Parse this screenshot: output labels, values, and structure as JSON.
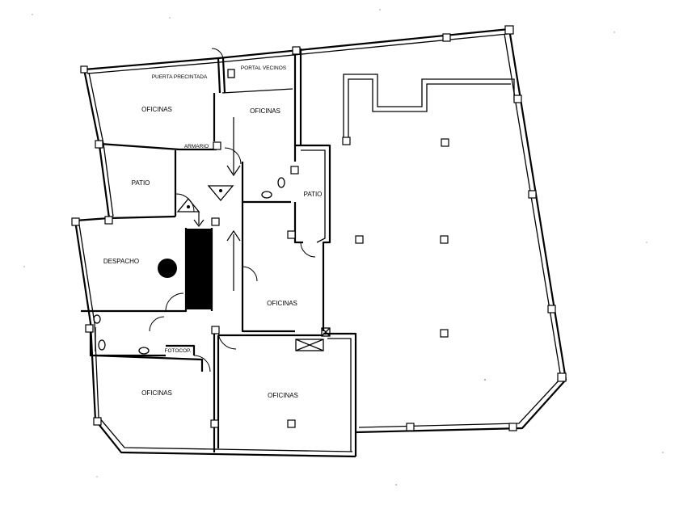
{
  "plan": {
    "labels": {
      "puerta_precintada": "PUERTA PRECINTADA",
      "portal_vecinos": "PORTAL VECINOS",
      "oficinas_top_left": "OFICINAS",
      "oficinas_top_center": "OFICINAS",
      "armario": "ARMARIO",
      "patio_left": "PATIO",
      "patio_right": "PATIO",
      "despacho": "DESPACHO",
      "oficinas_mid_right": "OFICINAS",
      "fotocop": "FOTOCOP.",
      "oficinas_bottom_left": "OFICINAS",
      "oficinas_bottom_center": "OFICINAS"
    }
  }
}
